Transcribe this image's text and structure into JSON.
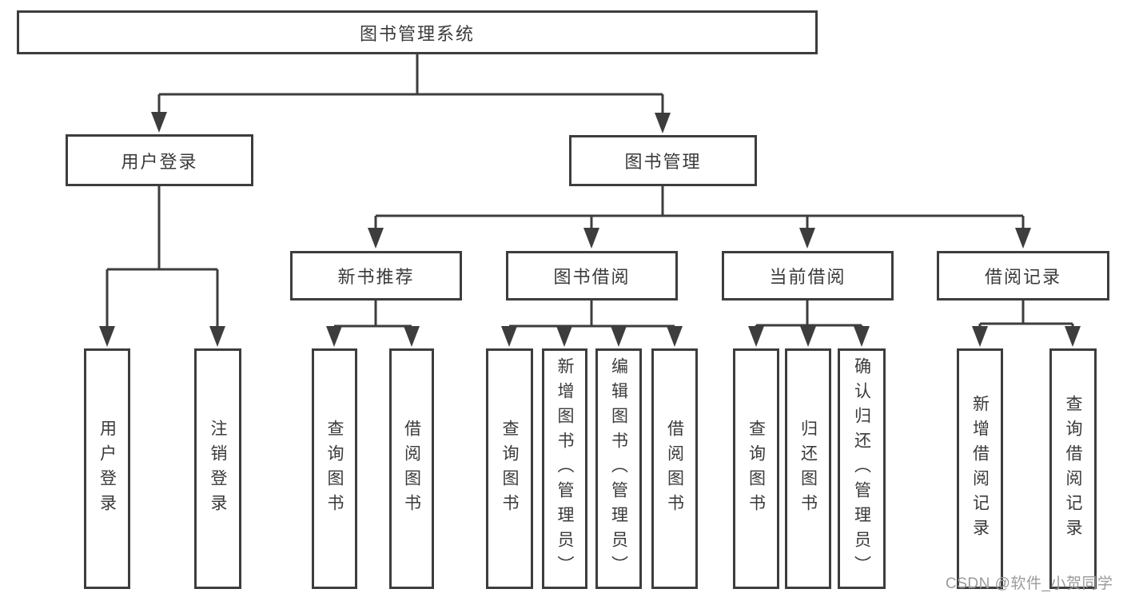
{
  "diagram_type": "hierarchy-tree",
  "tree": {
    "label": "图书管理系统",
    "children": [
      {
        "label": "用户登录",
        "children": [
          {
            "label": "用户登录"
          },
          {
            "label": "注销登录"
          }
        ]
      },
      {
        "label": "图书管理",
        "children": [
          {
            "label": "新书推荐",
            "children": [
              {
                "label": "查询图书"
              },
              {
                "label": "借阅图书"
              }
            ]
          },
          {
            "label": "图书借阅",
            "children": [
              {
                "label": "查询图书"
              },
              {
                "label": "新增图书（管理员）"
              },
              {
                "label": "编辑图书（管理员）"
              },
              {
                "label": "借阅图书"
              }
            ]
          },
          {
            "label": "当前借阅",
            "children": [
              {
                "label": "查询图书"
              },
              {
                "label": "归还图书"
              },
              {
                "label": "确认归还（管理员）"
              }
            ]
          },
          {
            "label": "借阅记录",
            "children": [
              {
                "label": "新增借阅记录"
              },
              {
                "label": "查询借阅记录"
              }
            ]
          }
        ]
      }
    ]
  },
  "watermark": {
    "text": "CSDN @软件_小贺同学",
    "color": "#9b9b9b"
  },
  "colors": {
    "line": "#3d3d3d",
    "text": "#3a3a3a",
    "background": "#ffffff"
  }
}
